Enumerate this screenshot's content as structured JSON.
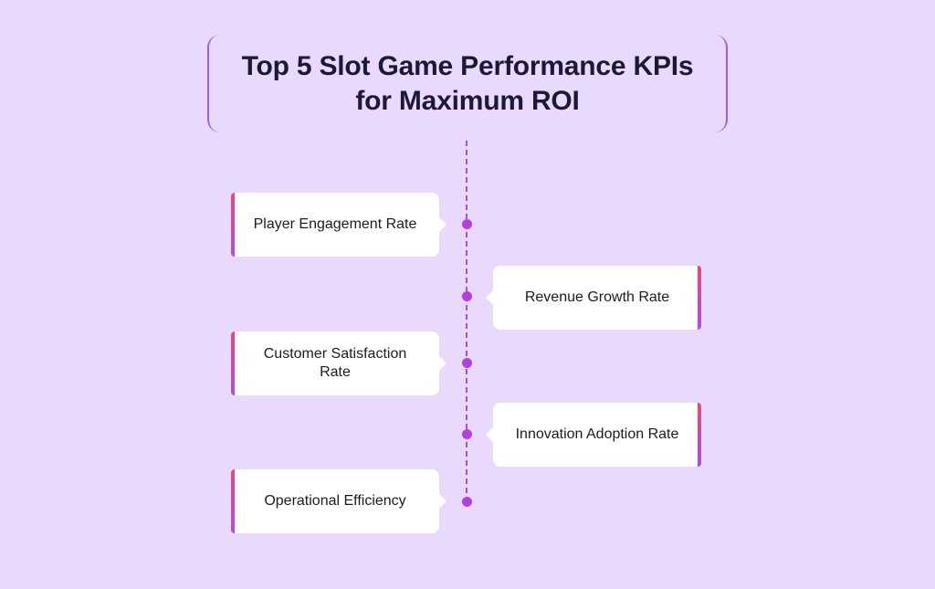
{
  "title": "Top 5 Slot Game Performance KPIs for Maximum ROI",
  "colors": {
    "background": "#e9d9fd",
    "title_border": "#a05cf0",
    "timeline": "#a54de6",
    "dot": "#b23fe0",
    "card_accent_top": "#f2466f",
    "card_accent_bottom": "#a84df2",
    "card_background": "#ffffff",
    "text": "#1c1c1c"
  },
  "kpis": [
    {
      "label": "Player Engagement Rate",
      "side": "left"
    },
    {
      "label": "Revenue Growth Rate",
      "side": "right"
    },
    {
      "label": "Customer Satisfaction Rate",
      "side": "left"
    },
    {
      "label": "Innovation Adoption Rate",
      "side": "right"
    },
    {
      "label": "Operational Efficiency",
      "side": "left"
    }
  ]
}
